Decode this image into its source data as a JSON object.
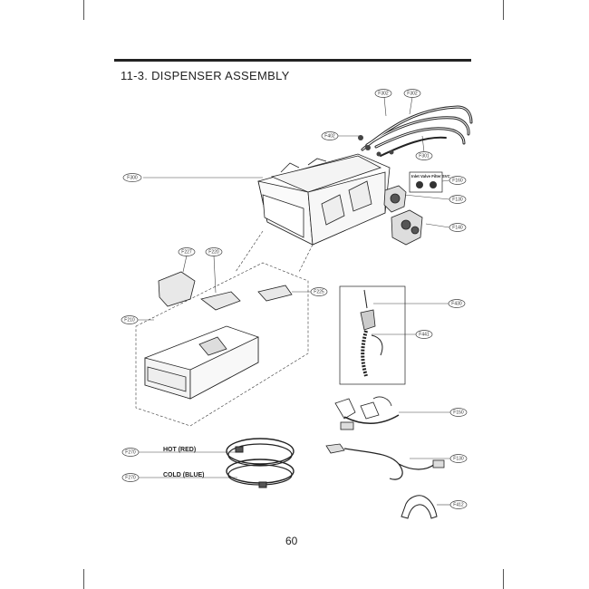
{
  "section_title": "11-3.  DISPENSER ASSEMBLY",
  "page_number": "60",
  "inset_title": "Inlet Valve Filter SVC",
  "hose_labels": {
    "hot": "HOT (RED)",
    "cold": "COLD (BLUE)"
  },
  "callouts": {
    "c1": "F302",
    "c2": "F302",
    "c3": "F402",
    "c4": "F301",
    "c5": "F300",
    "c6": "F160",
    "c7": "F130",
    "c8": "F140",
    "c9": "F227",
    "c10": "F220",
    "c11": "F225",
    "c12": "F210",
    "c13": "F430",
    "c14": "F441",
    "c15": "F150",
    "c16": "F270",
    "c17": "F130",
    "c18": "F270",
    "c19": "F412"
  }
}
